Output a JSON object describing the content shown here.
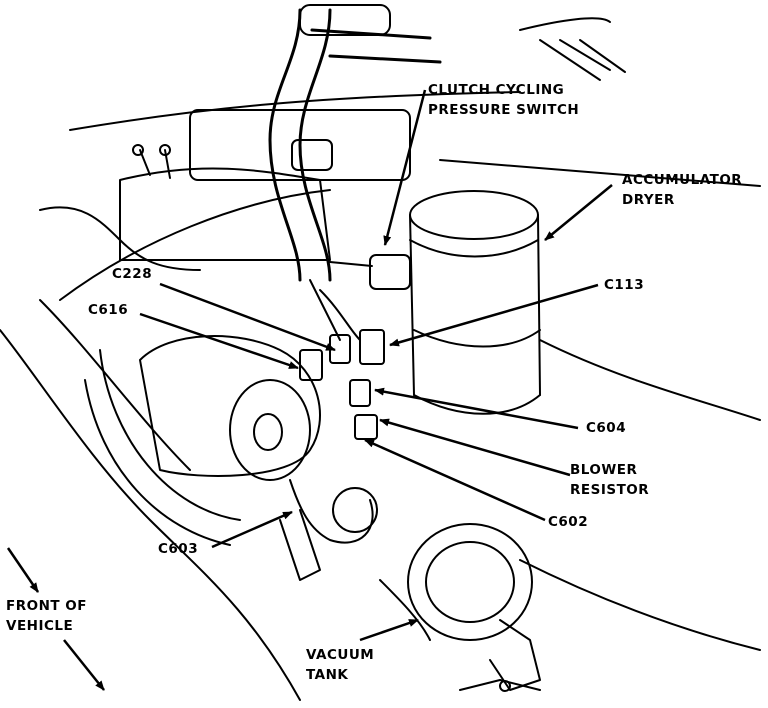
{
  "labels": {
    "clutch_cycling": [
      "CLUTCH CYCLING",
      "PRESSURE SWITCH"
    ],
    "accumulator": [
      "ACCUMULATOR",
      "DRYER"
    ],
    "c228": "C228",
    "c113": "C113",
    "c616": "C616",
    "c604": "C604",
    "blower_resistor": [
      "BLOWER",
      "RESISTOR"
    ],
    "c602": "C602",
    "c603": "C603",
    "front_of_vehicle": [
      "FRONT OF",
      "VEHICLE"
    ],
    "vacuum_tank": [
      "VACUUM",
      "TANK"
    ]
  }
}
